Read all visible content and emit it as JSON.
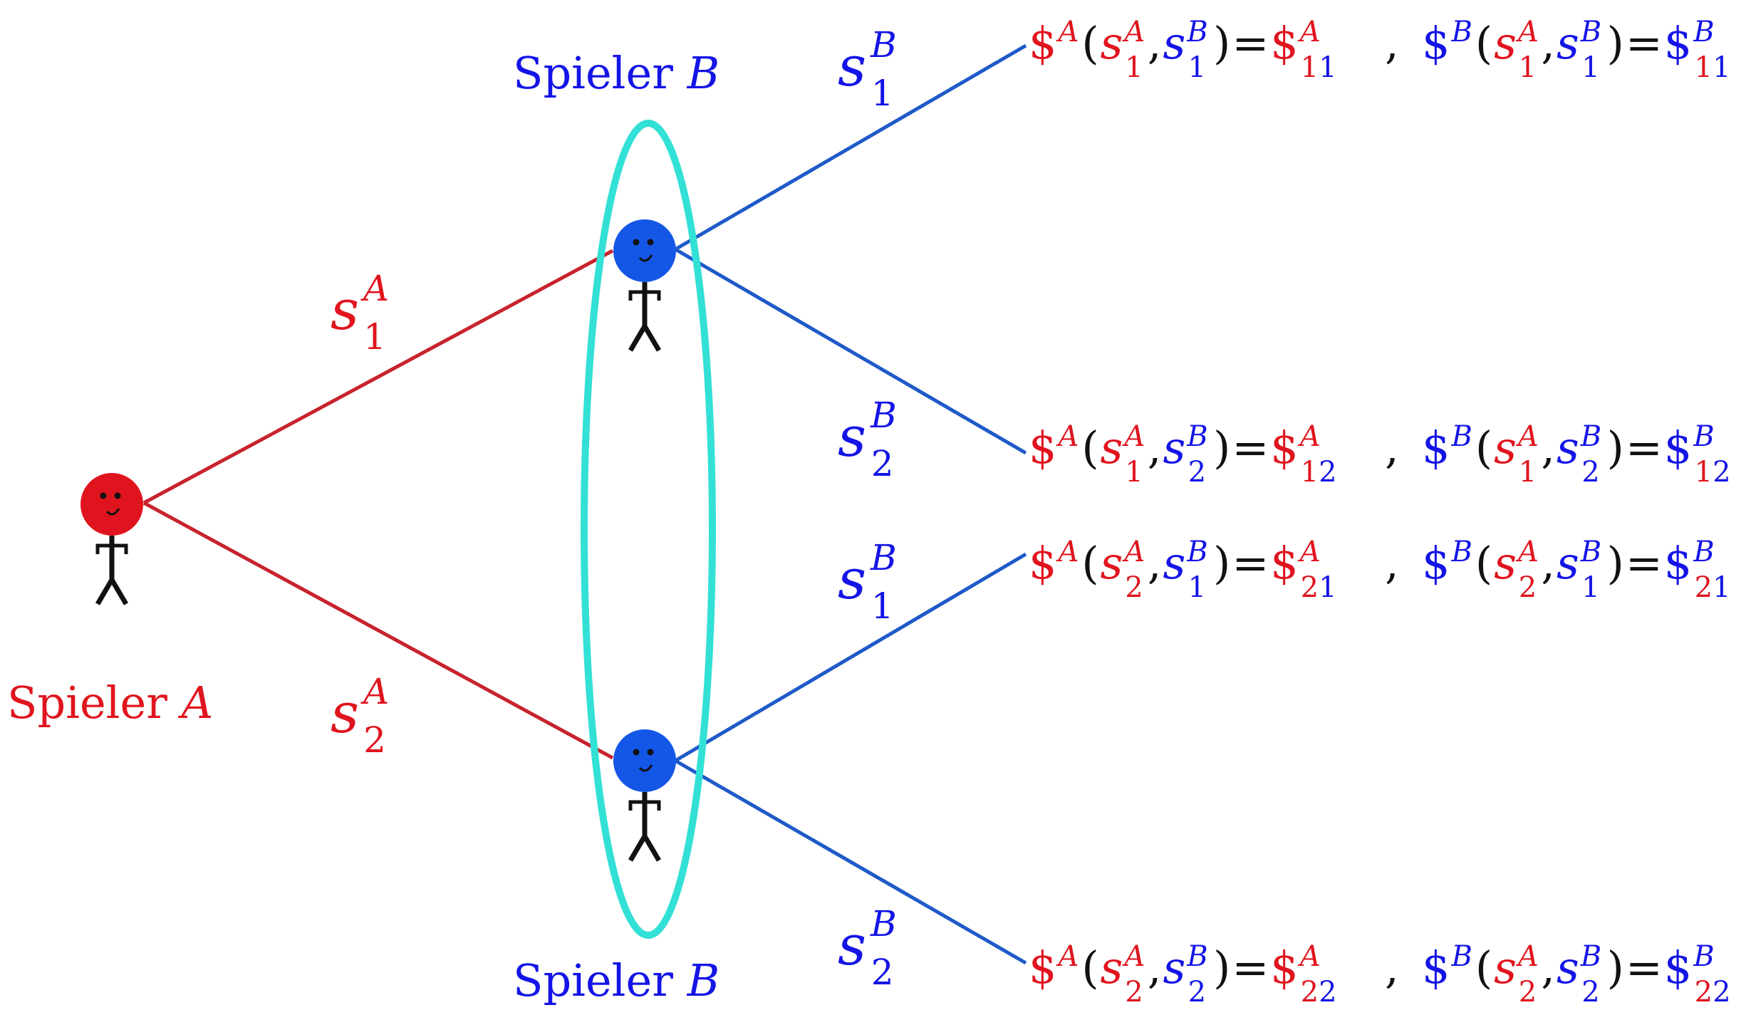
{
  "colors": {
    "player_a": "#e0141e",
    "player_b": "#1414e6",
    "edge_a": "#c8232d",
    "edge_b": "#1e5ac8",
    "info_set": "#33e0d6",
    "black": "#111111"
  },
  "icons": {
    "player_a": "smiley-stick-figure-red",
    "player_b": "smiley-stick-figure-blue"
  },
  "labels": {
    "player_a_word": "Spieler",
    "player_a_letter": "A",
    "player_b_word": "Spieler",
    "player_b_letter": "B"
  },
  "symbols": {
    "strategy": "s",
    "payoff": "$",
    "open_paren": "(",
    "close_paren": ")",
    "comma": ",",
    "equals": "=",
    "separator": ","
  },
  "edges": {
    "a1": {
      "sub": "1",
      "sup": "A"
    },
    "a2": {
      "sub": "2",
      "sup": "A"
    },
    "b_upper_1": {
      "sub": "1",
      "sup": "B"
    },
    "b_upper_2": {
      "sub": "2",
      "sup": "B"
    },
    "b_lower_1": {
      "sub": "1",
      "sup": "B"
    },
    "b_lower_2": {
      "sub": "2",
      "sup": "B"
    }
  },
  "payoffs": [
    {
      "a_index": "1",
      "b_index": "1",
      "result_sub_a": "1",
      "result_sub_b": "1"
    },
    {
      "a_index": "1",
      "b_index": "2",
      "result_sub_a": "1",
      "result_sub_b": "2"
    },
    {
      "a_index": "2",
      "b_index": "1",
      "result_sub_a": "2",
      "result_sub_b": "1"
    },
    {
      "a_index": "2",
      "b_index": "2",
      "result_sub_a": "2",
      "result_sub_b": "2"
    }
  ]
}
